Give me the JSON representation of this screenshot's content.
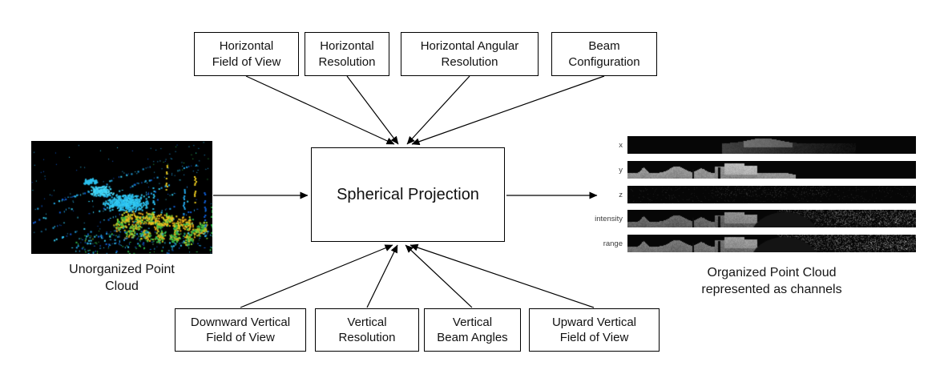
{
  "figure": {
    "process_box": {
      "label": "Spherical Projection"
    },
    "top_parameters": [
      {
        "label": "Horizontal\nField of View"
      },
      {
        "label": "Horizontal\nResolution"
      },
      {
        "label": "Horizontal Angular\nResolution"
      },
      {
        "label": "Beam\nConfiguration"
      }
    ],
    "bottom_parameters": [
      {
        "label": "Downward Vertical\nField of View"
      },
      {
        "label": "Vertical\nResolution"
      },
      {
        "label": "Vertical\nBeam Angles"
      },
      {
        "label": "Upward Vertical\nField of View"
      }
    ],
    "input_figure": {
      "caption": "Unorganized Point\nCloud"
    },
    "output_figure": {
      "caption": "Organized Point Cloud\nrepresented as channels",
      "channels": [
        {
          "label": "x"
        },
        {
          "label": "y"
        },
        {
          "label": "z"
        },
        {
          "label": "intensity"
        },
        {
          "label": "range"
        }
      ]
    },
    "colors": {
      "background": "#ffffff",
      "line": "#000000",
      "point_cloud_palette": [
        "#0f5fd8",
        "#22a5e8",
        "#35ccf2",
        "#2eb84d",
        "#8fcf2e",
        "#eca81a"
      ]
    }
  }
}
